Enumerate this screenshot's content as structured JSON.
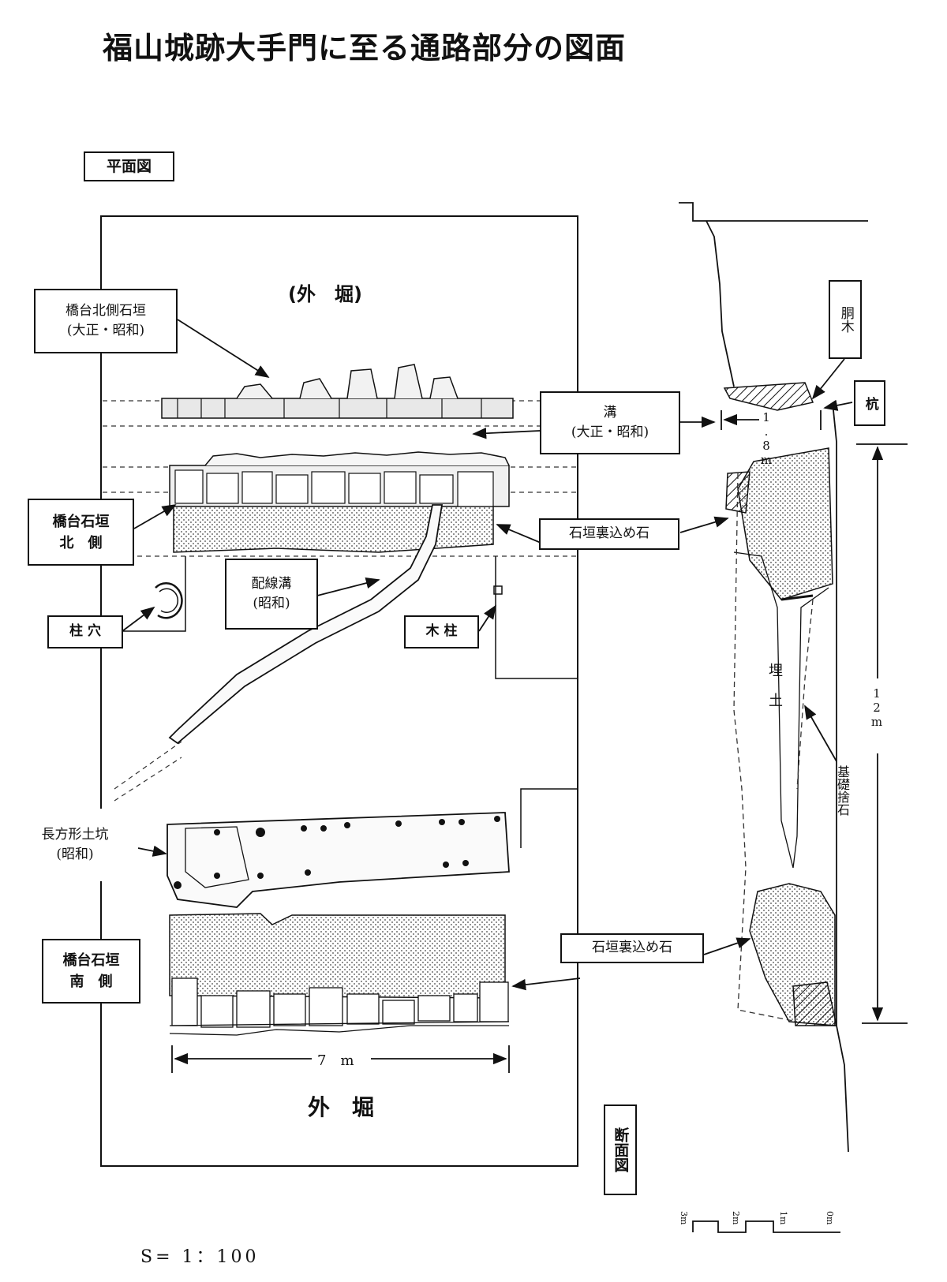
{
  "title": "福山城跡大手門に至る通路部分の図面",
  "plan": {
    "label": "平面図",
    "outer_moat_top": "(外　堀)",
    "outer_moat_bottom": "外　堀",
    "dim_7m": "7　m",
    "callouts": {
      "north_wall_taisho": [
        "橋台北側石垣",
        "(大正・昭和)"
      ],
      "ditch": [
        "溝",
        "(大正・昭和)"
      ],
      "abutment_north": [
        "橋台石垣",
        "北　側"
      ],
      "backfill_stone_1": "石垣裏込め石",
      "wiring_ditch": [
        "配線溝",
        "(昭和)"
      ],
      "post_hole": "柱 穴",
      "wooden_post": "木 柱",
      "rect_pit": [
        "長方形土坑",
        "(昭和)"
      ],
      "abutment_south": [
        "橋台石垣",
        "南　側"
      ],
      "backfill_stone_2": "石垣裏込め石"
    }
  },
  "section": {
    "label": "断面図",
    "dowel": "胴木",
    "stake": "杭",
    "dim_18m": "1.8m",
    "dim_12m": "12m",
    "fill_soil": "埋土",
    "foundation_stone": "基礎捨石",
    "scale_ticks": [
      "3m",
      "2m",
      "1m",
      "0m"
    ]
  },
  "scale_text": "S= 1：100"
}
